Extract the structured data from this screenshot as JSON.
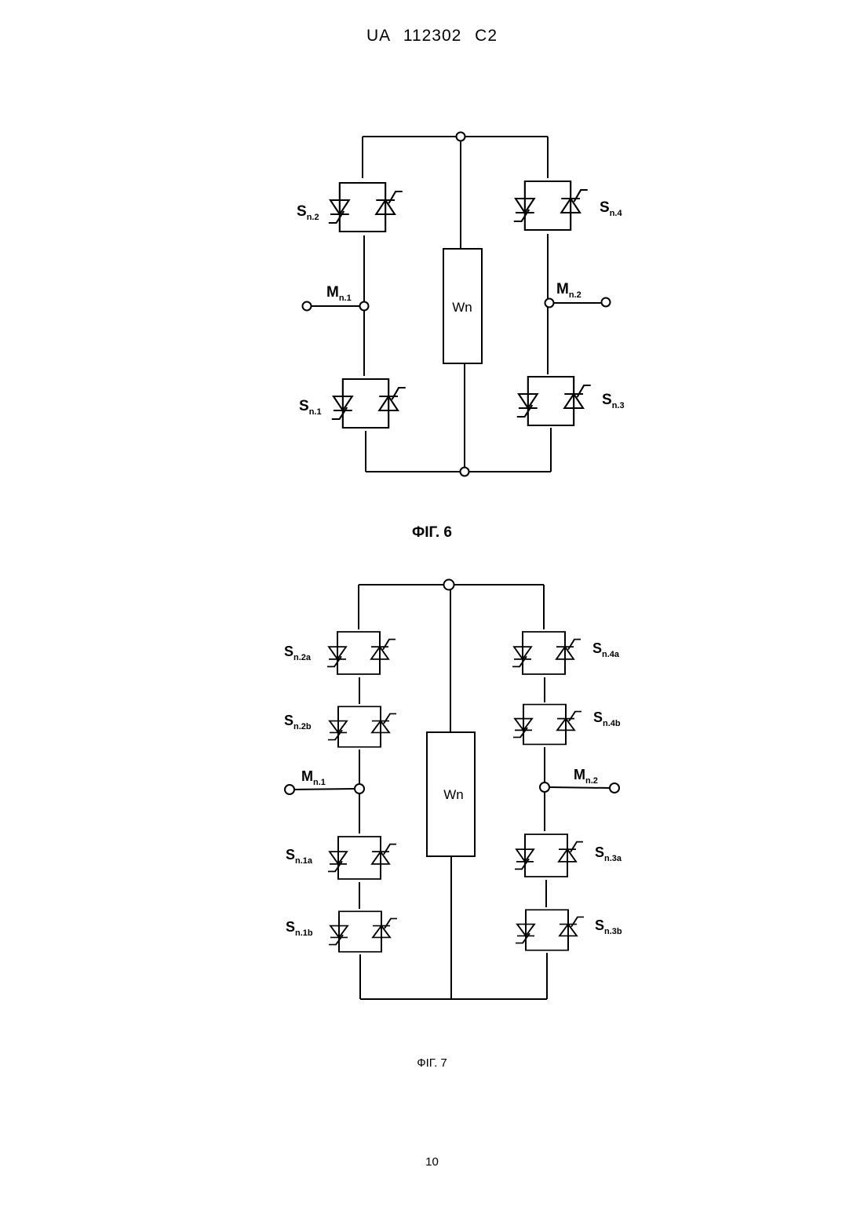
{
  "header": {
    "doc_id": "UA   112302   C2"
  },
  "fig6": {
    "caption": "ФІГ. 6",
    "load_label": "Wn",
    "switches": {
      "s_n2": {
        "main": "S",
        "sub": "n.2"
      },
      "s_n4": {
        "main": "S",
        "sub": "n.4"
      },
      "s_n1": {
        "main": "S",
        "sub": "n.1"
      },
      "s_n3": {
        "main": "S",
        "sub": "n.3"
      }
    },
    "midpoints": {
      "m_n1": {
        "main": "M",
        "sub": "n.1"
      },
      "m_n2": {
        "main": "M",
        "sub": "n.2"
      }
    }
  },
  "fig7": {
    "caption": "ФІГ. 7",
    "load_label": "Wn",
    "switches": {
      "s_n2a": {
        "main": "S",
        "sub": "n.2a"
      },
      "s_n2b": {
        "main": "S",
        "sub": "n.2b"
      },
      "s_n1a": {
        "main": "S",
        "sub": "n.1a"
      },
      "s_n1b": {
        "main": "S",
        "sub": "n.1b"
      },
      "s_n4a": {
        "main": "S",
        "sub": "n.4a"
      },
      "s_n4b": {
        "main": "S",
        "sub": "n.4b"
      },
      "s_n3a": {
        "main": "S",
        "sub": "n.3a"
      },
      "s_n3b": {
        "main": "S",
        "sub": "n.3b"
      }
    },
    "midpoints": {
      "m_n1": {
        "main": "M",
        "sub": "n.1"
      },
      "m_n2": {
        "main": "M",
        "sub": "n.2"
      }
    }
  },
  "footer": {
    "page_number": "10"
  }
}
